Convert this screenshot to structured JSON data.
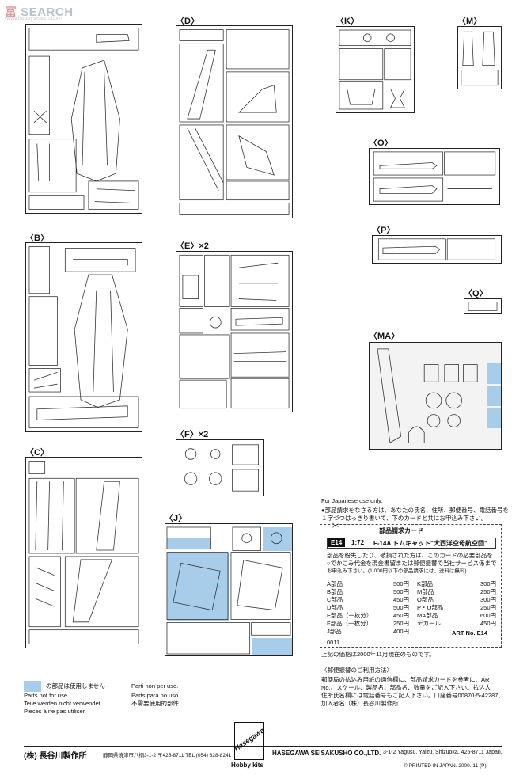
{
  "watermark": {
    "text": "SEARCH",
    "prefix": "富",
    "url": "www.hobbysearch.com"
  },
  "sprues": {
    "A": "",
    "B": "〈B〉",
    "C": "〈C〉",
    "D": "〈D〉",
    "E": "〈E〉×2",
    "F": "〈F〉×2",
    "J": "〈J〉",
    "K": "〈K〉",
    "M": "〈M〉",
    "O": "〈O〉",
    "P": "〈P〉",
    "Q": "〈Q〉",
    "MA": "〈MA〉"
  },
  "order": {
    "japan_only": "For Japanese use only.",
    "instructions_1": "●部品請求をなさる方は、あなたの氏名、住所、郵便番号、電話番号を",
    "instructions_2": "１字づつはっきり書いて、下のカードと共にお申込み下さい。",
    "card_title": "部品請求カード",
    "code": "E14",
    "scale": "1:72",
    "kit_name": "F-14A トムキャット\"大西洋空母航空団\"",
    "card_note_1": "部品を紛失したり、破損された方は、このカードの必要部品を",
    "card_note_2": "○でかこみ代金を現金書留または郵便振替で当社サービス係まで",
    "card_note_3": "お申込み下さい。(1,000円以下の部品請求には、送料は無料)",
    "prices_left": [
      {
        "part": "A部品",
        "price": "500円"
      },
      {
        "part": "B部品",
        "price": "500円"
      },
      {
        "part": "C部品",
        "price": "450円"
      },
      {
        "part": "D部品",
        "price": "500円"
      },
      {
        "part": "E部品（一枚分）",
        "price": "450円"
      },
      {
        "part": "F部品（一枚分）",
        "price": "250円"
      },
      {
        "part": "J部品",
        "price": "400円"
      }
    ],
    "prices_right": [
      {
        "part": "K部品",
        "price": "300円"
      },
      {
        "part": "M部品",
        "price": "250円"
      },
      {
        "part": "O部品",
        "price": "300円"
      },
      {
        "part": "P・Q部品",
        "price": "250円"
      },
      {
        "part": "MA部品",
        "price": "600円"
      },
      {
        "part": "デカール",
        "price": "450円"
      }
    ],
    "code_small": "0011",
    "art_no": "ART No. E14",
    "footer_note": "上記の価格は2000年11月現在のものです。",
    "usage_title": "〈郵便振替のご利用方法〉",
    "usage_lines": [
      "郵便局の払込み用紙の通信欄に、部品請求カードを参考に、ART",
      "No.、スケール、製品名、部品名、数量をご記入下さい。払込人",
      "住所氏名欄には電話番号もご記入下さい。口座番号00870-5-42287、",
      "加入者名（株）長谷川製作所"
    ]
  },
  "legend": {
    "ja": "の部品は使用しません",
    "en": "Parts not for use.",
    "de": "Teile werden nicht verwendet",
    "fr": "Pieces à ne pas utiliser.",
    "it": "Parti non per uso.",
    "es": "Parts para no uso.",
    "ja2": "不需要使用的部件"
  },
  "footer": {
    "company_ja": "(株) 長谷川製作所",
    "address_ja": "静岡県焼津市八楠3-1-2 〒425-8711 TEL (054) 628-8241",
    "brand": "Hasegawa",
    "brand_sub": "Hobby kits",
    "company_en": "HASEGAWA SEISAKUSHO CO.,LTD.",
    "address_en": "3-1-2 Yagusu, Yaizu, Shizuoka, 425-8711 Japan.",
    "printed": "© PRINTED IN JAPAN. 2000. 11 (P)"
  }
}
